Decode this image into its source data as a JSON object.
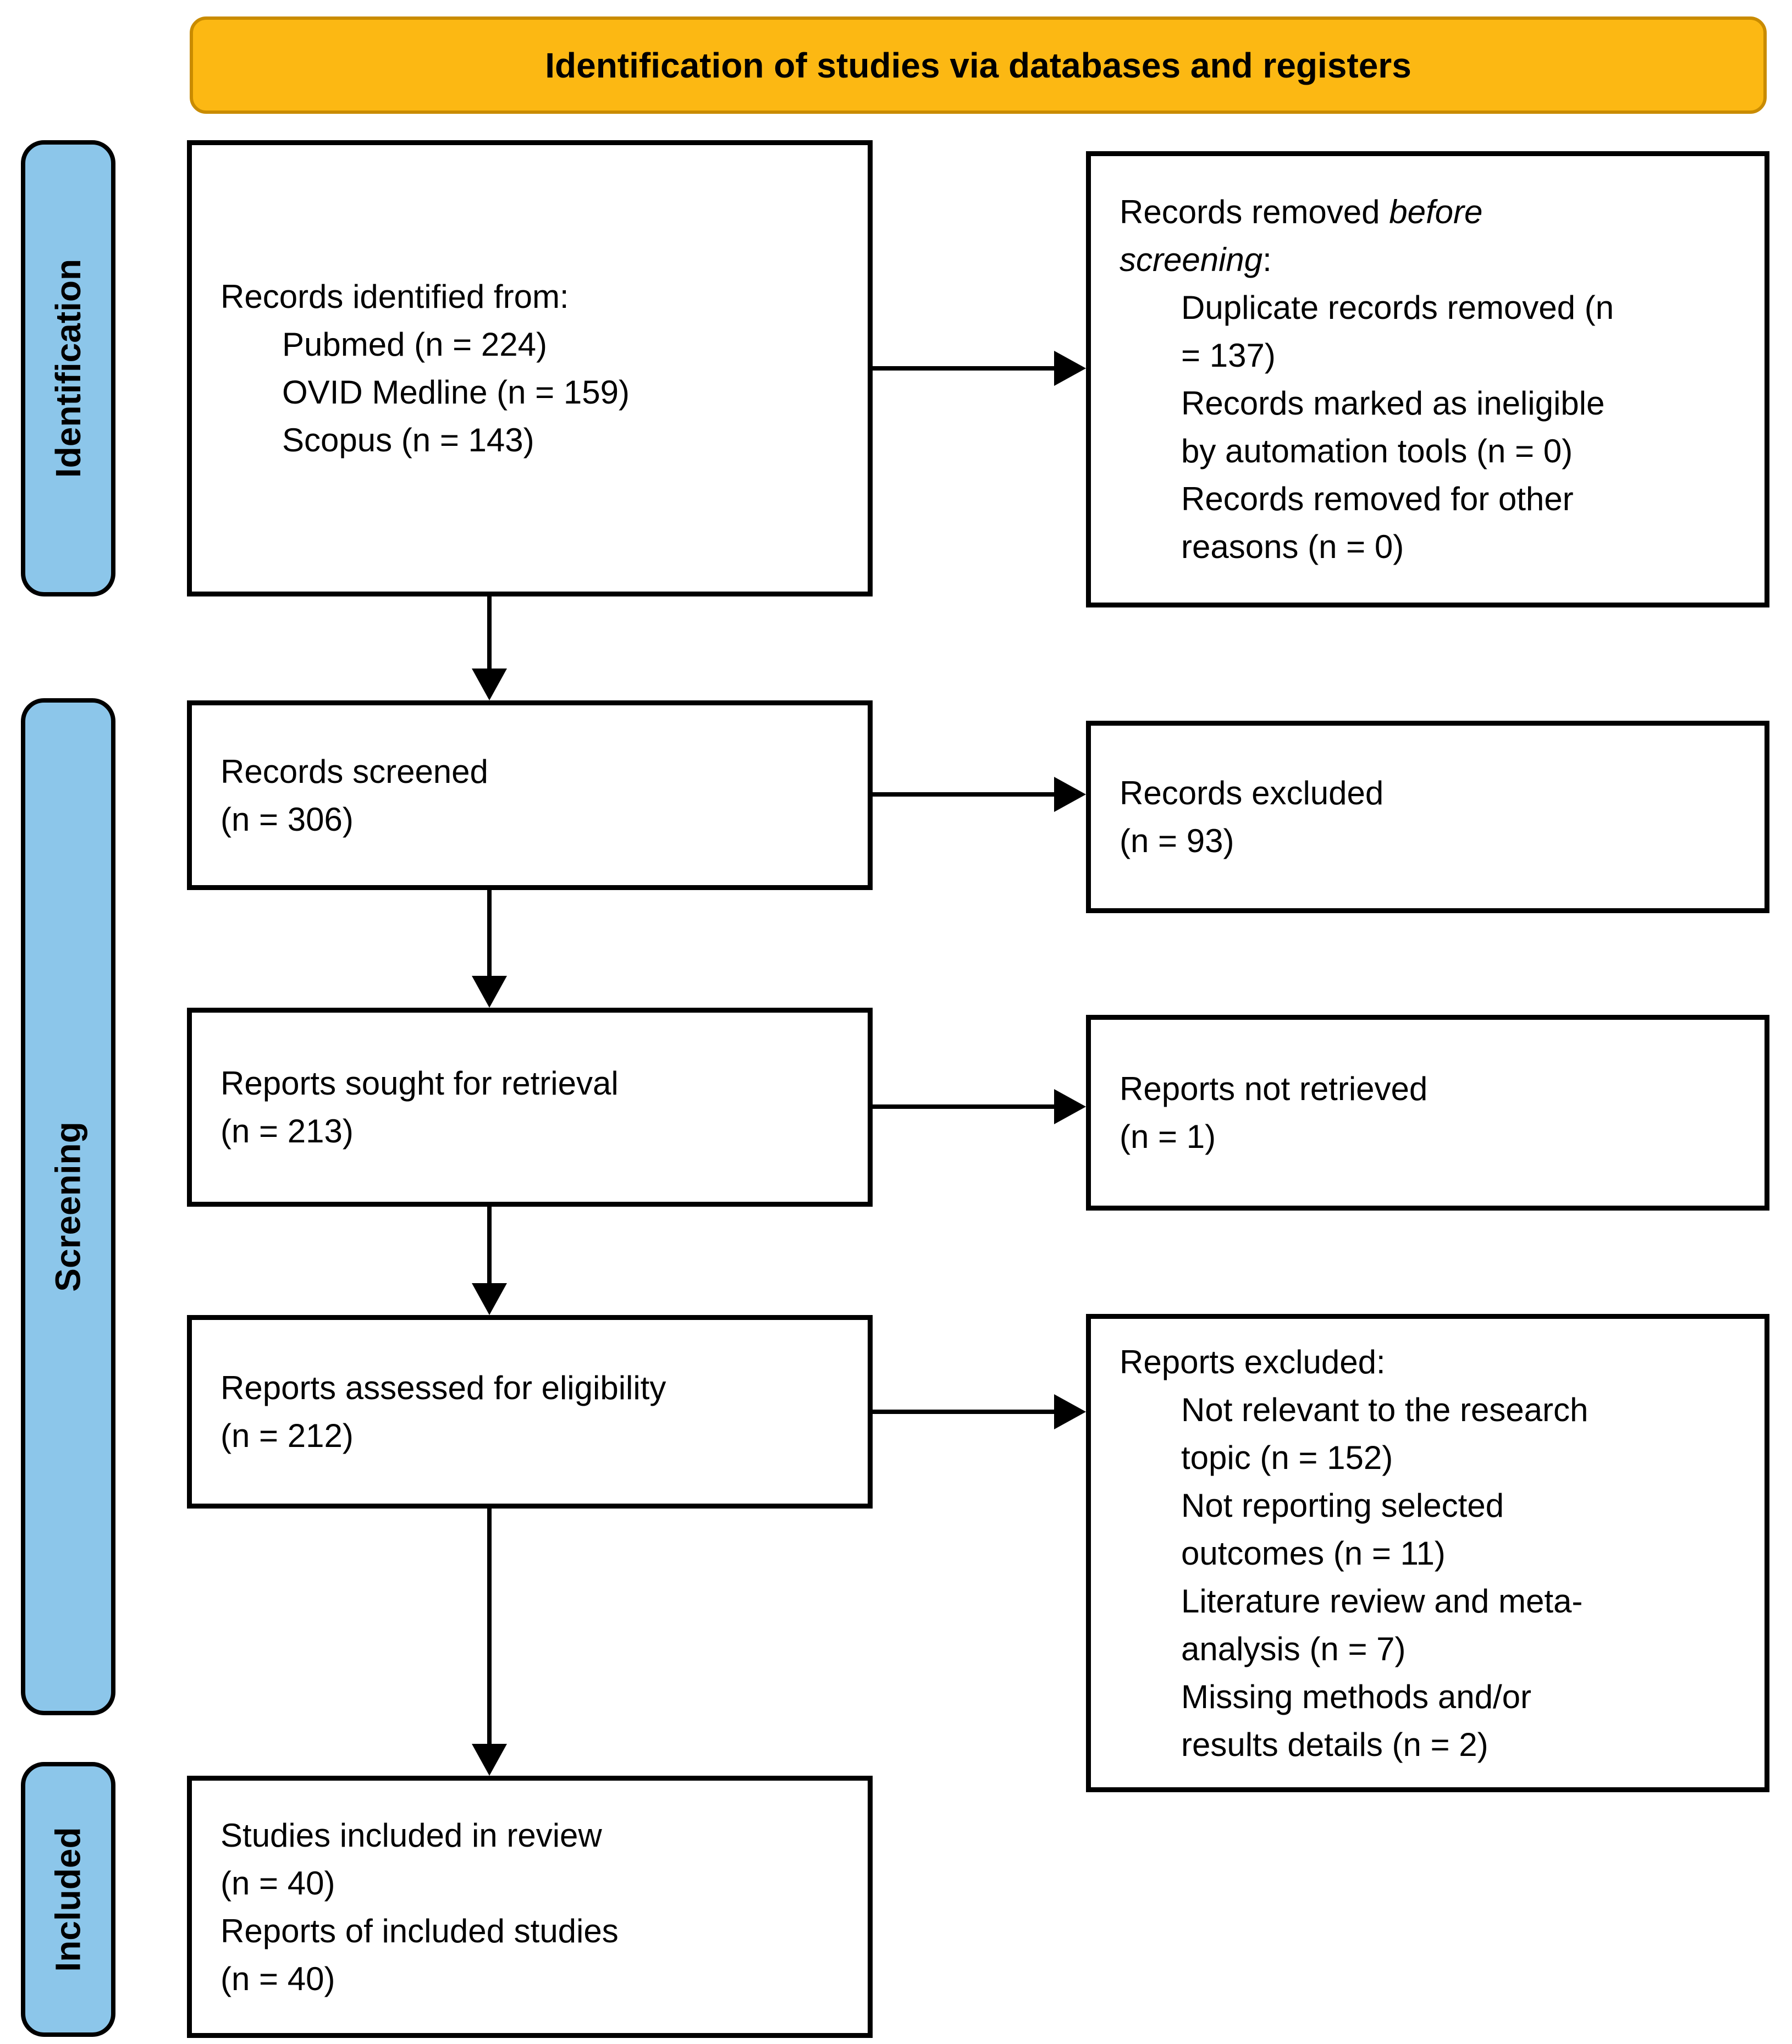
{
  "banner": {
    "label": "Identification of studies via databases and registers"
  },
  "stages": {
    "identification": "Identification",
    "screening": "Screening",
    "included": "Included"
  },
  "colors": {
    "banner_fill": "#FCB813",
    "banner_border": "#C98B00",
    "stage_fill": "#8CC6EA",
    "stage_border": "#000000",
    "box_border": "#000000",
    "arrow": "#000000",
    "text": "#000000"
  },
  "boxes": {
    "records_identified": {
      "heading": "Records identified from:",
      "item_1": "Pubmed (n = 224)",
      "item_2": "OVID Medline (n = 159)",
      "item_3": "Scopus (n = 143)"
    },
    "records_removed": {
      "heading_line1_regular": "Records removed ",
      "heading_line1_italic": "before",
      "heading_line2_italic": "screening",
      "heading_line2_regular": ":",
      "item_1_line_1": "Duplicate records removed (n",
      "item_1_line_2": "= 137)",
      "item_2_line_1": "Records marked as ineligible",
      "item_2_line_2": "by automation tools (n = 0)",
      "item_3_line_1": "Records removed for other",
      "item_3_line_2": "reasons (n = 0)"
    },
    "records_screened": {
      "line_1": "Records screened",
      "line_2": "(n = 306)"
    },
    "records_excluded": {
      "line_1": "Records excluded",
      "line_2": "(n = 93)"
    },
    "reports_sought": {
      "line_1": "Reports sought for retrieval",
      "line_2": "(n = 213)"
    },
    "reports_not_retrieved": {
      "line_1": "Reports not retrieved",
      "line_2": "(n = 1)"
    },
    "reports_assessed": {
      "line_1": "Reports assessed for eligibility",
      "line_2": "(n = 212)"
    },
    "reports_excluded": {
      "heading": "Reports excluded:",
      "item_1_line_1": "Not relevant to the research",
      "item_1_line_2": "topic (n = 152)",
      "item_2_line_1": "Not reporting selected",
      "item_2_line_2": "outcomes (n = 11)",
      "item_3_line_1": "Literature review and meta-",
      "item_3_line_2": "analysis (n = 7)",
      "item_4_line_1": "Missing methods and/or",
      "item_4_line_2": "results details (n = 2)"
    },
    "studies_included": {
      "line_1": "Studies included in review",
      "line_2": "(n = 40)",
      "line_3": "Reports of included studies",
      "line_4": "(n = 40)"
    }
  }
}
